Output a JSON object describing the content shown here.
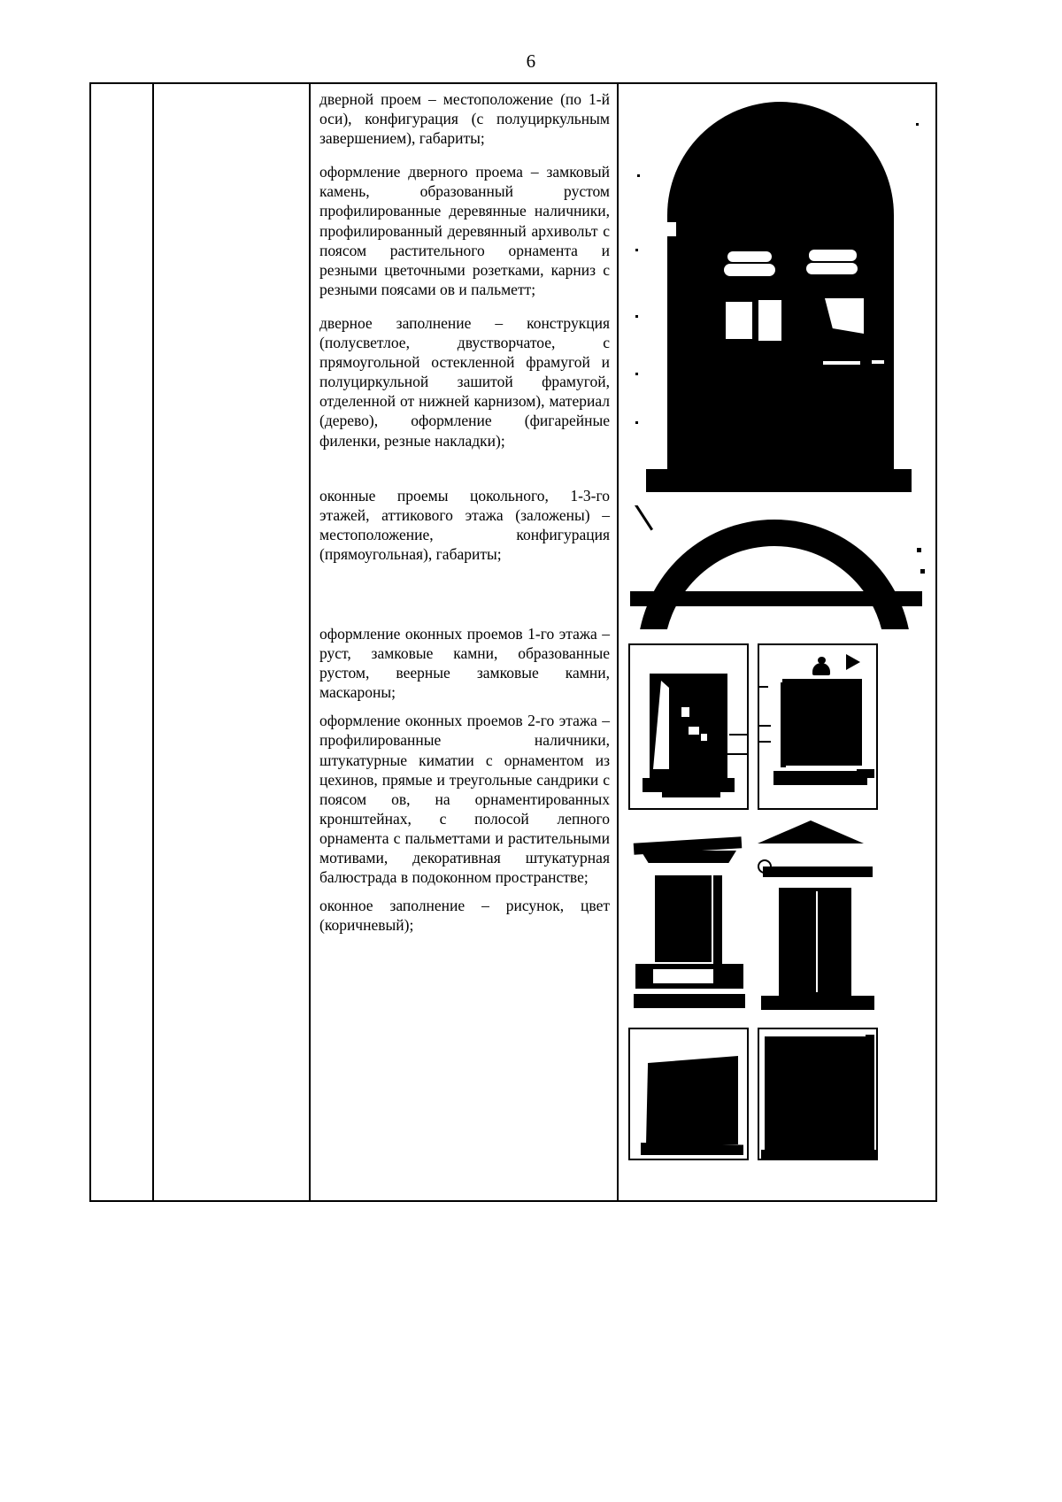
{
  "document": {
    "page_number": "6",
    "language": "ru"
  },
  "table": {
    "columns": [
      {
        "name": "number-column",
        "content": ""
      },
      {
        "name": "element-name-column",
        "content": ""
      },
      {
        "name": "description-column",
        "content": ""
      },
      {
        "name": "photo-column",
        "content": ""
      }
    ]
  },
  "description": {
    "paragraphs": [
      "дверной проем – местоположение (по 1-й оси), конфигурация (с полуциркульным завершением), габариты;",
      "оформление дверного проема – замковый камень, образованный рустом профилированные деревянные наличники, профилированный деревянный архивольт с поясом растительного орнамента и резными цветочными розетками, карниз с резными поясами ов и пальметт;",
      "дверное заполнение – конструкция (полусветлое, двустворчатое, с прямоугольной остекленной фрамугой и полуциркульной зашитой фрамугой, отделенной от нижней карнизом), материал (дерево), оформление (фигарейные филенки, резные накладки);",
      "оконные проемы цокольного, 1-3-го этажей, аттикового этажа (заложены) – местоположение, конфигурация (прямоугольная), габариты;",
      "оформление оконных проемов 1-го этажа – руст, замковые камни, образованные рустом, веерные замковые камни, маскароны;",
      "оформление оконных проемов 2-го этажа – профилированные наличники, штукатурные киматии с орнаментом из цехинов, прямые и треугольные сандрики с поясом ов, на орнаментированных кронштейнах, с полосой лепного орнамента с пальметтами и растительными мотивами, декоративная штукатурная балюстрада в подоконном пространстве;",
      "оконное заполнение – рисунок, цвет (коричневый);"
    ]
  },
  "photos": [
    {
      "name": "photo-arched-doorway",
      "caption": ""
    },
    {
      "name": "photo-arched-lunette",
      "caption": ""
    },
    {
      "name": "photo-window-rusticated",
      "caption": ""
    },
    {
      "name": "photo-window-keystone-mascaron",
      "caption": ""
    },
    {
      "name": "photo-window-straight-sandrik",
      "caption": ""
    },
    {
      "name": "photo-window-triangular-pediment",
      "caption": ""
    },
    {
      "name": "photo-window-shutter-left",
      "caption": ""
    },
    {
      "name": "photo-window-shutter-right",
      "caption": ""
    }
  ],
  "colors": {
    "ink": "#000000",
    "page": "#ffffff"
  }
}
